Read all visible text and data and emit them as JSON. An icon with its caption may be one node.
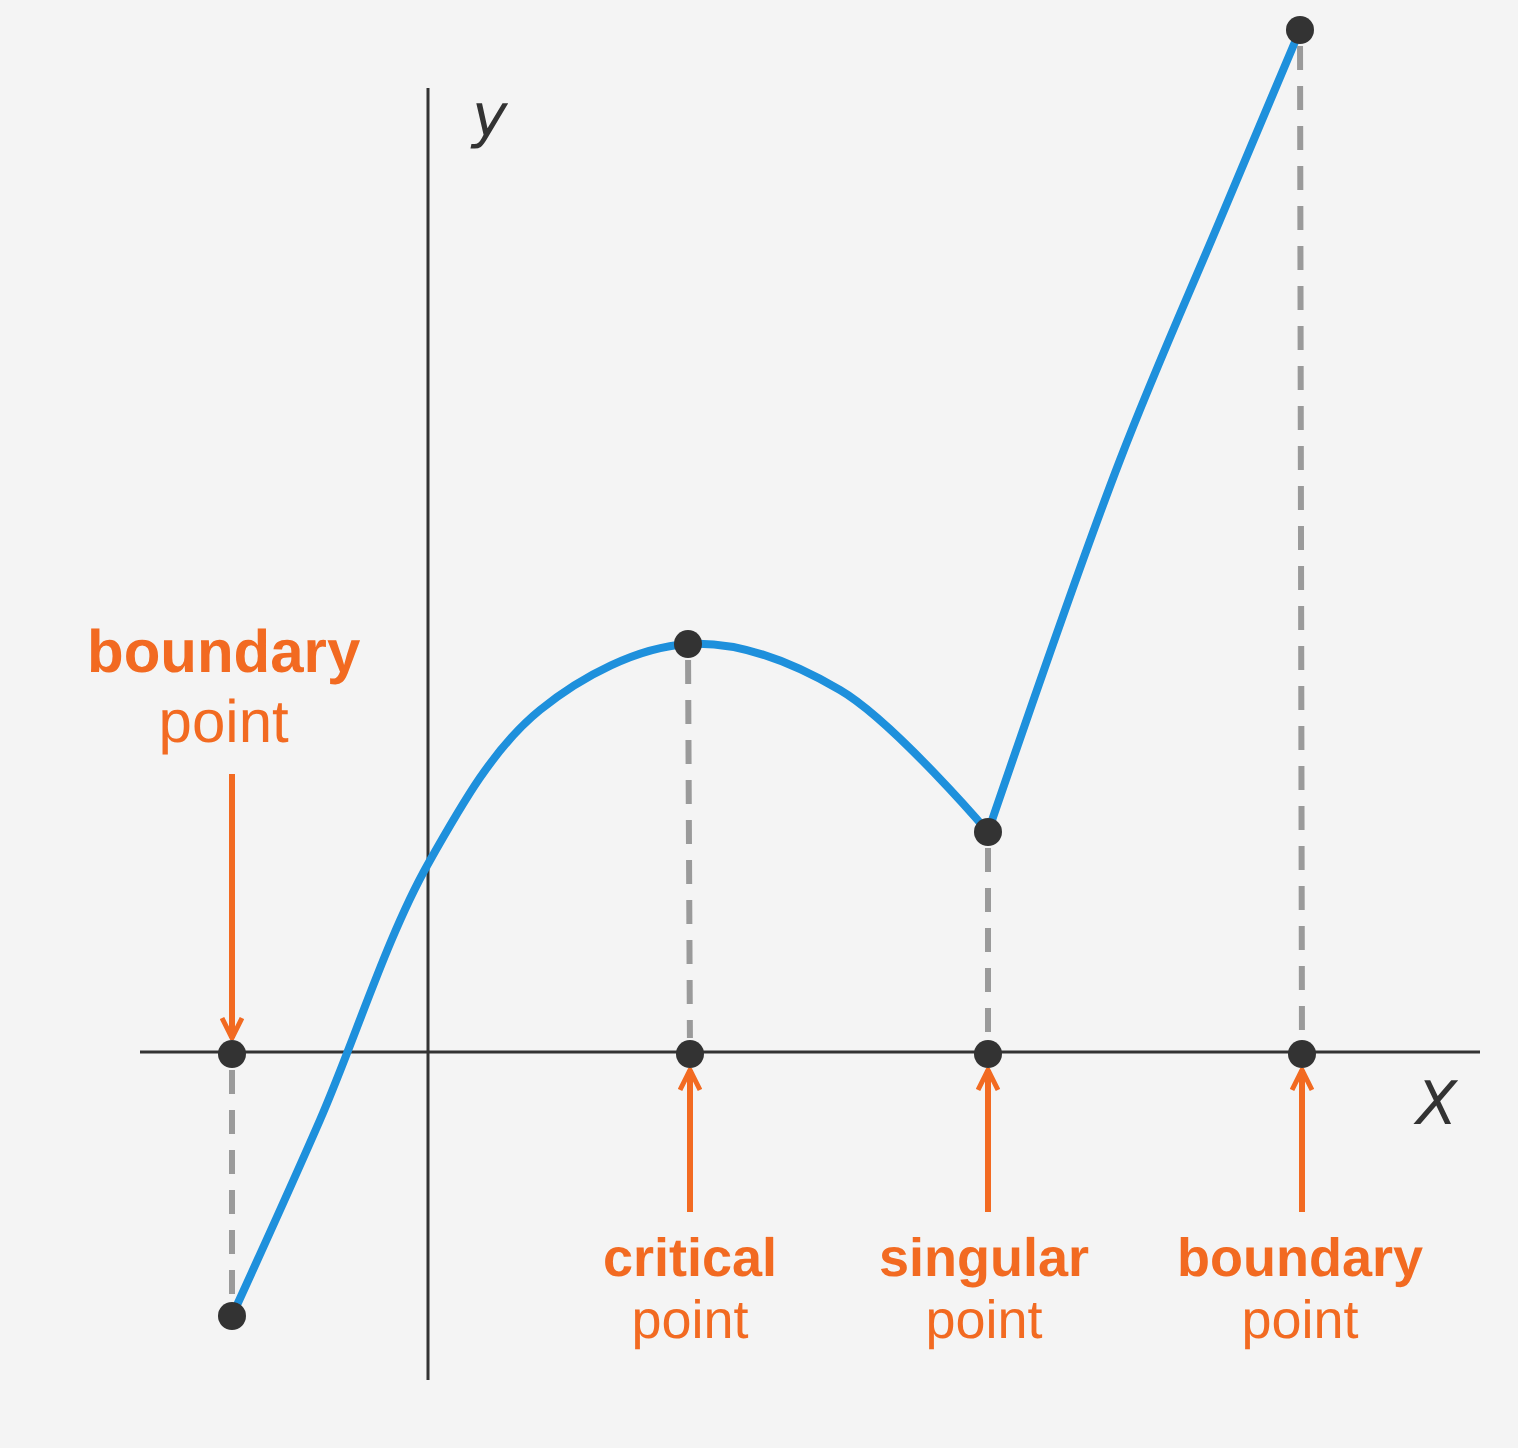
{
  "diagram": {
    "nodes": [
      {
        "text": [
          "boundary",
          "point"
        ]
      },
      {
        "text": [],
        "shape": "circle"
      },
      {
        "text": [],
        "shape": "circle"
      },
      {
        "text": [],
        "shape": "circle"
      },
      {
        "text": [],
        "shape": "circle"
      },
      {
        "text": [],
        "shape": "circle"
      },
      {
        "text": [],
        "shape": "circle"
      },
      {
        "text": [],
        "shape": "circle"
      },
      {
        "text": [],
        "shape": "circle"
      },
      {
        "text": [
          "critical",
          "point"
        ]
      },
      {
        "text": [
          "singular",
          "point"
        ]
      },
      {
        "text": [
          "boundary",
          "point"
        ]
      }
    ],
    "edges": [
      {
        "from": 0,
        "to": 1,
        "arrow": "to"
      },
      {
        "from": 9,
        "to": 3,
        "arrow": "to"
      },
      {
        "from": 10,
        "to": 5,
        "arrow": "to"
      },
      {
        "from": 11,
        "to": 7,
        "arrow": "to"
      },
      {
        "from": 1,
        "to": 2,
        "arrow": "none",
        "style": "dashed",
        "color": "#9a9a9a"
      },
      {
        "from": 4,
        "to": 3,
        "arrow": "none",
        "style": "dashed",
        "color": "#9a9a9a"
      },
      {
        "from": 6,
        "to": 5,
        "arrow": "none",
        "style": "dashed",
        "color": "#9a9a9a"
      },
      {
        "from": 8,
        "to": 7,
        "arrow": "none",
        "style": "dashed",
        "color": "#9a9a9a"
      }
    ],
    "labels": [
      "y",
      "X"
    ]
  }
}
